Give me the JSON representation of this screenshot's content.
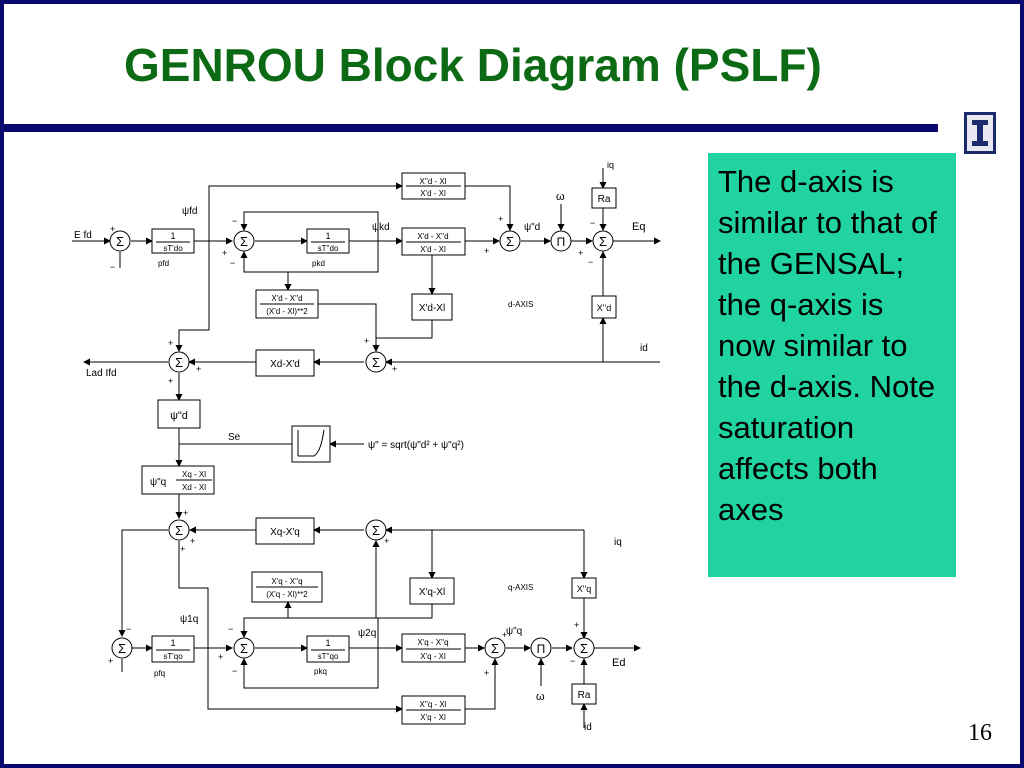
{
  "slide": {
    "title": "GENROU Block Diagram (PSLF)",
    "note": "The d-axis is similar to that of the GENSAL; the q-axis is now similar to the d-axis.  Note saturation affects both axes",
    "page_number": "16",
    "colors": {
      "title": "#0c6a14",
      "rule": "#0a0a6e",
      "note_bg": "#20d3a0"
    },
    "logo_icon": "university-block-i-icon"
  },
  "diagram": {
    "sum_symbol": "Σ",
    "mult_symbol": "Π",
    "d_axis": {
      "efd": "E fd",
      "psi_fd": "ψfd",
      "block_1_tdo": {
        "num": "1",
        "den": "sT'do"
      },
      "pfd": "pfd",
      "psi_kd": "ψkd",
      "block_1_tdo2": {
        "num": "1",
        "den": "sT''do"
      },
      "pkd": "pkd",
      "block_xdxl_top": {
        "num": "X''d - Xl",
        "den": "X'd - Xl"
      },
      "block_xd_gain": {
        "num": "X'd - X''d",
        "den": "X'd - Xl"
      },
      "psi_dd": "ψ\"d",
      "omega": "ω",
      "iq": "iq",
      "ra": "Ra",
      "eq": "Eq",
      "block_ratio": {
        "num": "X'd - X''d",
        "den": "(X'd - Xl)**2"
      },
      "block_xdxl": "X'd-Xl",
      "d_axis_label": "d-AXIS",
      "block_xpd": "X''d",
      "id": "id",
      "ladifd": "Lad Ifd",
      "block_xd_xpd": "Xd-X'd",
      "psi_d_box": "ψ\"d",
      "se": "Se",
      "sat_eq": "ψ\" = sqrt(ψ\"d² + ψ\"q²)",
      "psi_q_label": "ψ\"q",
      "block_q_ratio": {
        "num": "Xq - Xl",
        "den": "Xd - Xl"
      }
    },
    "q_axis": {
      "block_xq_xpq": "Xq-X'q",
      "iq": "iq",
      "block_ratio": {
        "num": "X'q - X''q",
        "den": "(X'q - Xl)**2"
      },
      "block_xqxl": "X'q-Xl",
      "q_axis_label": "q-AXIS",
      "block_xpq": "X''q",
      "psi_1q": "ψ1q",
      "block_1_tqo": {
        "num": "1",
        "den": "sT'qo"
      },
      "pfq": "pfq",
      "psi_2q": "ψ2q",
      "block_1_tqo2": {
        "num": "1",
        "den": "sT''qo"
      },
      "pkq": "pkq",
      "block_xq_gain": {
        "num": "X'q - X''q",
        "den": "X'q - Xl"
      },
      "psi_qq": "ψ\"q",
      "ed": "Ed",
      "omega": "ω",
      "ra": "Ra",
      "id": "id",
      "block_xqxl_bot": {
        "num": "X''q - Xl",
        "den": "X'q - Xl"
      }
    }
  }
}
